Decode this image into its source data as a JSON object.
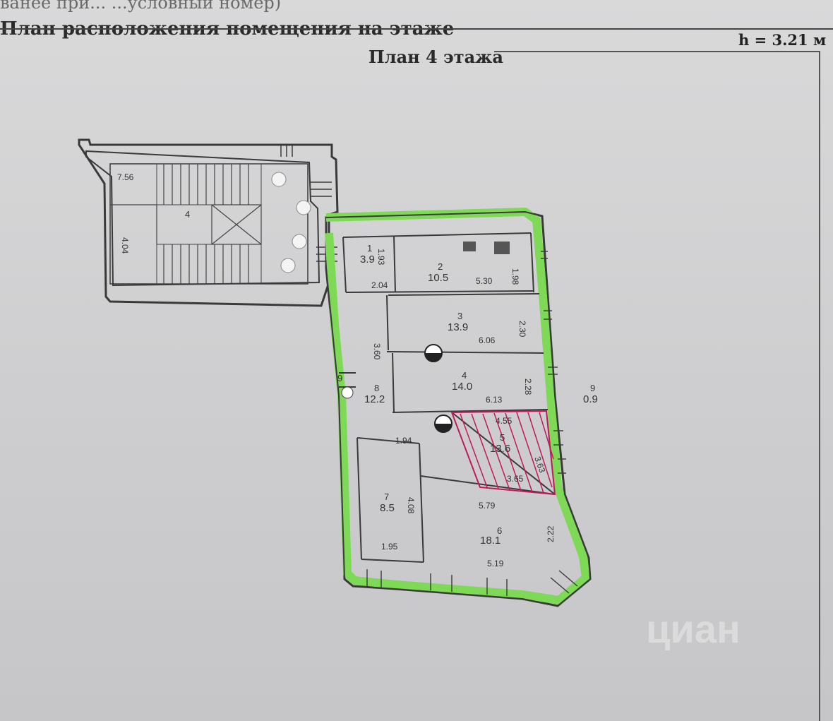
{
  "header": {
    "faded_text": "ванее при... ...условный номер)",
    "title": "План расположения помещения на этаже",
    "height": "h = 3.21 м",
    "plan_title": "План 4 этажа"
  },
  "staircase": {
    "number": "4",
    "dim_width": "7.56",
    "dim_height": "4.04"
  },
  "rooms": [
    {
      "id": "1",
      "number": "1",
      "area": "3.9",
      "dims": [
        "1.93",
        "2.04"
      ]
    },
    {
      "id": "2",
      "number": "2",
      "area": "10.5",
      "dims": [
        "5.30",
        "1.98"
      ]
    },
    {
      "id": "3",
      "number": "3",
      "area": "13.9",
      "dims": [
        "6.06",
        "2.30"
      ]
    },
    {
      "id": "4",
      "number": "4",
      "area": "14.0",
      "dims": [
        "6.13",
        "2.28"
      ]
    },
    {
      "id": "5",
      "number": "5",
      "area": "13.6",
      "dims": [
        "4.55",
        "3.63",
        "3.65"
      ]
    },
    {
      "id": "6",
      "number": "6",
      "area": "18.1",
      "dims": [
        "5.79",
        "5.19",
        "2.22"
      ]
    },
    {
      "id": "7",
      "number": "7",
      "area": "8.5",
      "dims": [
        "1.94",
        "4.08",
        "1.95"
      ]
    },
    {
      "id": "8",
      "number": "8",
      "area": "12.2",
      "dims": [
        "3.60"
      ]
    },
    {
      "id": "9",
      "number": "9",
      "area": "",
      "dims": []
    },
    {
      "id": "10",
      "number": "9",
      "area": "0.9",
      "dims": []
    }
  ],
  "watermark": "циан",
  "colors": {
    "wall_highlight": "#7ed957",
    "hatch": "#c2185b",
    "wall": "#3a3a3a"
  }
}
